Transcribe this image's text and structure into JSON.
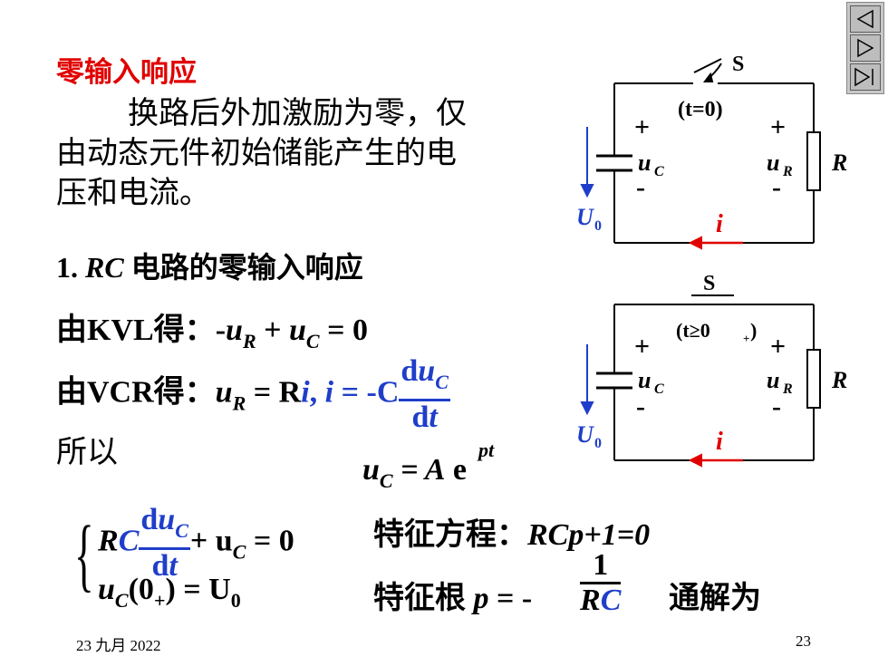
{
  "title": "零输入响应",
  "intro": [
    "换路后外加激励为零，仅",
    "由动态元件初始储能产生的电",
    "压和电流。"
  ],
  "section": {
    "num": "1.",
    "var": "RC",
    "text": "电路的零输入响应"
  },
  "kvl": {
    "prefix": "由KVL得：",
    "minus": "-",
    "u": "u",
    "R": "R",
    "plus": "+",
    "C": "C",
    "eq0": "= 0"
  },
  "vcr": {
    "prefix": "由VCR得：",
    "eq": "= R",
    "i": "i",
    "comma": ",",
    "i2": "i",
    "eq2": "= -C",
    "num_d": "d",
    "num_u": "u",
    "num_sub": "C",
    "den": "d",
    "den_t": "t"
  },
  "suoyi": "所以",
  "solution": {
    "u": "u",
    "sub": "C",
    "eq": "= A",
    "e": "e",
    "exp": "pt"
  },
  "system": {
    "row1": {
      "R": "R",
      "C": "C",
      "plus": "+ u",
      "sub": "C",
      "eq": "= 0"
    },
    "row2": {
      "u": "u",
      "sub": "C",
      "arg": "(0",
      "plus": "+",
      "close": ") = U",
      "zero": "0"
    }
  },
  "char_eq": {
    "label": "特征方程：",
    "eq": "RCp+1=0"
  },
  "char_root": {
    "label": "特征根",
    "p": "p",
    "eq": "= -",
    "num": "1",
    "den_R": "R",
    "den_C": "C",
    "general": "通解为"
  },
  "footer": {
    "date": "23 九月 2022",
    "page": "23"
  },
  "circuit1": {
    "switch": "S",
    "cond": "(t=0)",
    "plus_left": "+",
    "plus_right": "+",
    "minus_left": "-",
    "minus_right": "-",
    "uC": "u",
    "uC_sub": "C",
    "uR": "u",
    "uR_sub": "R",
    "R": "R",
    "U0": "U",
    "U0_sub": "0",
    "i": "i"
  },
  "circuit2": {
    "switch": "S",
    "cond": "(t≥0",
    "cond_sub": "+",
    "cond_close": ")",
    "plus_left": "+",
    "plus_right": "+",
    "minus_left": "-",
    "minus_right": "-",
    "uC": "u",
    "uC_sub": "C",
    "uR": "u",
    "uR_sub": "R",
    "R": "R",
    "U0": "U",
    "U0_sub": "0",
    "i": "i"
  },
  "nav": [
    "prev-icon",
    "next-icon",
    "last-icon"
  ],
  "colors": {
    "title": "#e00000",
    "blue": "#1f3ec9",
    "arrow_red": "#e00000"
  }
}
